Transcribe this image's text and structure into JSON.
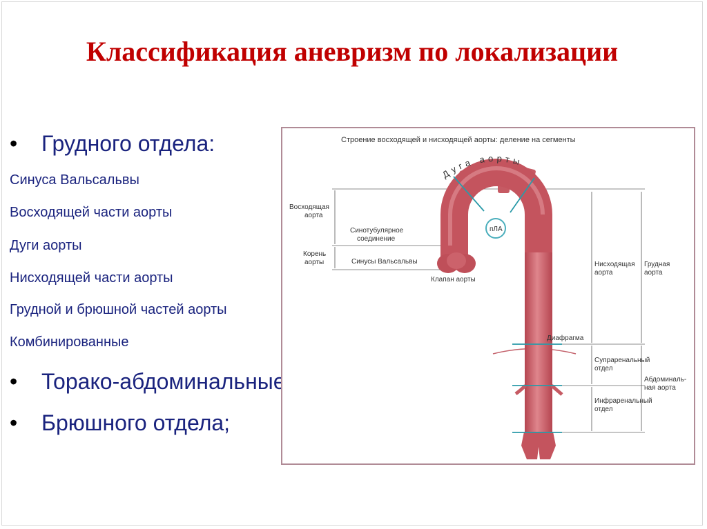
{
  "slide": {
    "title": "Классификация аневризм по локализации",
    "bullets": [
      {
        "label": "Грудного отдела:"
      },
      {
        "label": "Торако-абдоминальные;"
      },
      {
        "label": "Брюшного отдела;"
      }
    ],
    "bullet_symbol": "•",
    "subitems": [
      "Синуса Вальсальвы",
      "Восходящей части аорты",
      "Дуги аорты",
      "Нисходящей части аорты",
      "Грудной и брюшной частей аорты",
      "Комбинированные"
    ]
  },
  "figure": {
    "caption": "Строение восходящей и нисходящей аорты: деление на сегменты",
    "arch_label": "Дуга аорты",
    "labels": {
      "ascending_l1": "Восходящая",
      "ascending_l2": "аорта",
      "root_l1": "Корень",
      "root_l2": "аорты",
      "sinotubular_l1": "Синотубулярное",
      "sinotubular_l2": "соединение",
      "sinuses": "Синусы Вальсальвы",
      "valve": "Клапан аорты",
      "pla": "пЛА",
      "descending_l1": "Нисходящая",
      "descending_l2": "аорта",
      "thoracic_l1": "Грудная",
      "thoracic_l2": "аорта",
      "diaphragm": "Диафрагма",
      "suprarenal_l1": "Супраренальный",
      "suprarenal_l2": "отдел",
      "infrarenal_l1": "Инфраренальный",
      "infrarenal_l2": "отдел",
      "abdominal_l1": "Абдоминаль-",
      "abdominal_l2": "ная аорта"
    },
    "colors": {
      "aorta": "#c4545e",
      "aorta_light": "#dc7f86",
      "teal": "#2a9aa8",
      "frame": "#b08b96"
    }
  }
}
